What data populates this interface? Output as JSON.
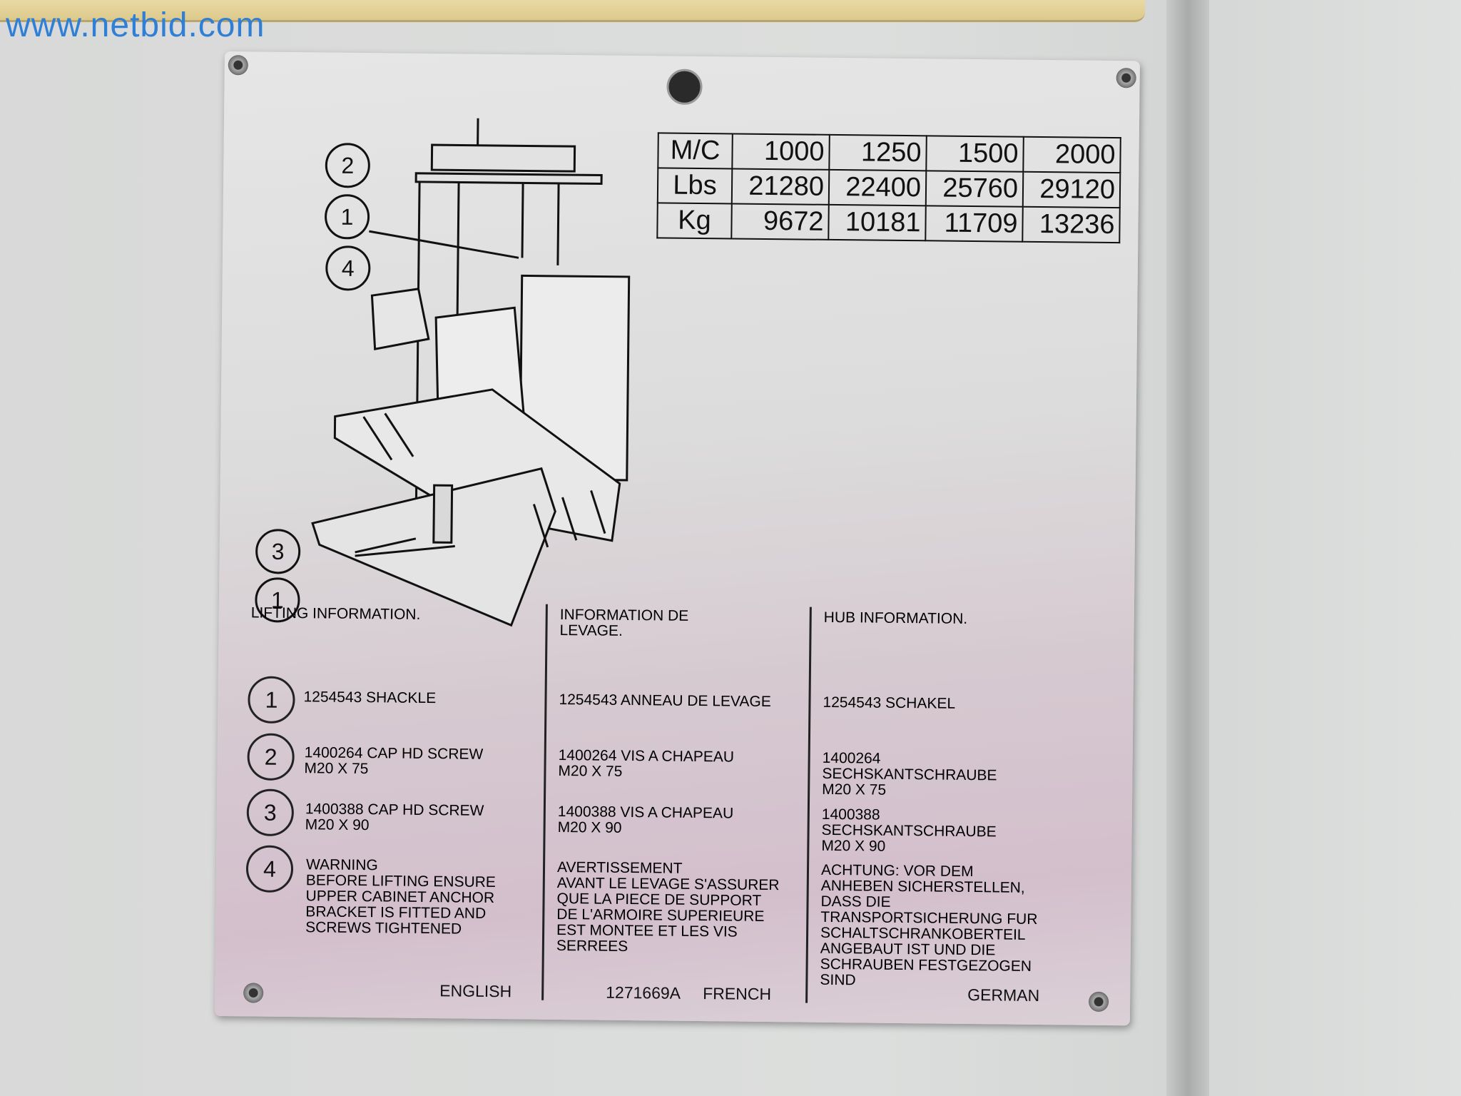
{
  "watermark": "www.netbid.com",
  "spec_table": {
    "rows": [
      {
        "label": "M/C",
        "values": [
          "1000",
          "1250",
          "1500",
          "2000"
        ]
      },
      {
        "label": "Lbs",
        "values": [
          "21280",
          "22400",
          "25760",
          "29120"
        ]
      },
      {
        "label": "Kg",
        "values": [
          "9672",
          "10181",
          "11709",
          "13236"
        ]
      }
    ]
  },
  "diagram": {
    "callouts": [
      "2",
      "1",
      "4",
      "3",
      "1"
    ]
  },
  "columns": {
    "english": {
      "heading": "LIFTING INFORMATION.",
      "items": [
        "1254543 SHACKLE",
        "1400264 CAP HD SCREW\nM20 X 75",
        "1400388 CAP HD SCREW\nM20 X 90",
        "WARNING\nBEFORE LIFTING ENSURE\nUPPER CABINET ANCHOR\nBRACKET IS FITTED AND\nSCREWS TIGHTENED"
      ],
      "language": "ENGLISH"
    },
    "french": {
      "heading": "INFORMATION DE\nLEVAGE.",
      "items": [
        "1254543 ANNEAU DE LEVAGE",
        "1400264 VIS A CHAPEAU\nM20 X 75",
        "1400388 VIS A CHAPEAU\nM20 X 90",
        "AVERTISSEMENT\nAVANT LE LEVAGE S'ASSURER\nQUE LA PIECE DE SUPPORT\nDE L'ARMOIRE SUPERIEURE\nEST MONTEE ET LES VIS\nSERREES"
      ],
      "language": "FRENCH",
      "part_number": "1271669A"
    },
    "german": {
      "heading": "HUB INFORMATION.",
      "items": [
        "1254543 SCHAKEL",
        "1400264\nSECHSKANTSCHRAUBE\nM20 X 75",
        "1400388\nSECHSKANTSCHRAUBE\nM20 X 90",
        "ACHTUNG:   VOR DEM\nANHEBEN SICHERSTELLEN,\nDASS DIE\nTRANSPORTSICHERUNG FUR\nSCHALTSCHRANKOBERTEIL\nANGEBAUT IST UND DIE\nSCHRAUBEN FESTGEZOGEN\nSIND"
      ],
      "language": "GERMAN"
    }
  },
  "legend_numbers": [
    "1",
    "2",
    "3",
    "4"
  ]
}
